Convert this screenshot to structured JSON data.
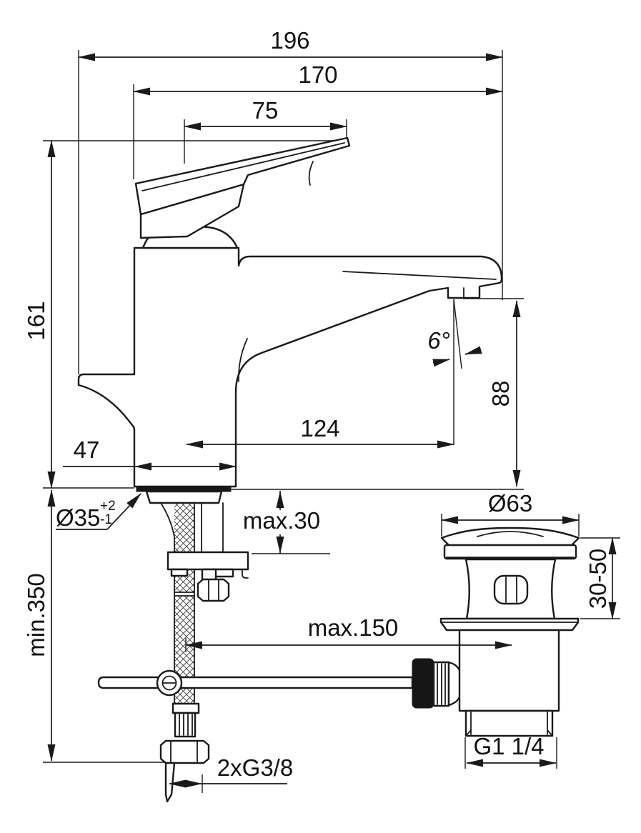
{
  "drawing": {
    "title": "Basin mixer technical dimension drawing",
    "subject": "single-lever basin mixer with pop-up waste, side view",
    "units": "mm",
    "colors": {
      "line": "#1a1a1a",
      "background": "#ffffff"
    },
    "dimensions": {
      "overall_depth": "196",
      "depth_to_spout_tip": "170",
      "handle_length": "75",
      "body_height": "161",
      "base_width": "47",
      "spout_projection": "124",
      "spout_angle": "6°",
      "spout_outlet_height": "88",
      "deck_hole_diameter": "Ø35",
      "deck_hole_tol_plus": "+2",
      "deck_hole_tol_minus": "-1",
      "deck_thickness_max": "max.30",
      "hose_length_min": "min.350",
      "waste_offset_max": "max.150",
      "waste_cap_diameter": "Ø63",
      "waste_clamping_range": "30-50",
      "waste_thread": "G1 1/4",
      "supply_thread": "2xG3/8"
    }
  }
}
